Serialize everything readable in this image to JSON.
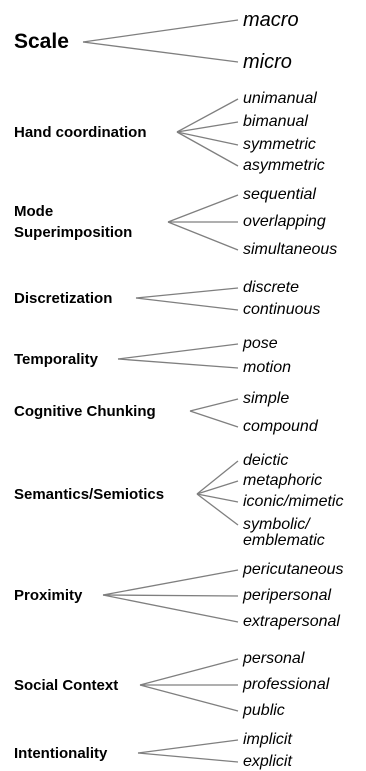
{
  "taxonomy": [
    {
      "category": "Scale",
      "options": [
        "macro",
        "micro"
      ]
    },
    {
      "category": "Hand coordination",
      "options": [
        "unimanual",
        "bimanual",
        "symmetric",
        "asymmetric"
      ]
    },
    {
      "category": "Mode\nSuperimposition",
      "options": [
        "sequential",
        "overlapping",
        "simultaneous"
      ]
    },
    {
      "category": "Discretization",
      "options": [
        "discrete",
        "continuous"
      ]
    },
    {
      "category": "Temporality",
      "options": [
        "pose",
        "motion"
      ]
    },
    {
      "category": "Cognitive Chunking",
      "options": [
        "simple",
        "compound"
      ]
    },
    {
      "category": "Semantics/Semiotics",
      "options": [
        "deictic",
        "metaphoric",
        "iconic/mimetic",
        "symbolic/\nemblematic"
      ]
    },
    {
      "category": "Proximity",
      "options": [
        "pericutaneous",
        "peripersonal",
        "extrapersonal"
      ]
    },
    {
      "category": "Social Context",
      "options": [
        "personal",
        "professional",
        "public"
      ]
    },
    {
      "category": "Intentionality",
      "options": [
        "implicit",
        "explicit"
      ]
    }
  ],
  "colors": {
    "text": "#000000",
    "lines": "#7f7f7f"
  }
}
